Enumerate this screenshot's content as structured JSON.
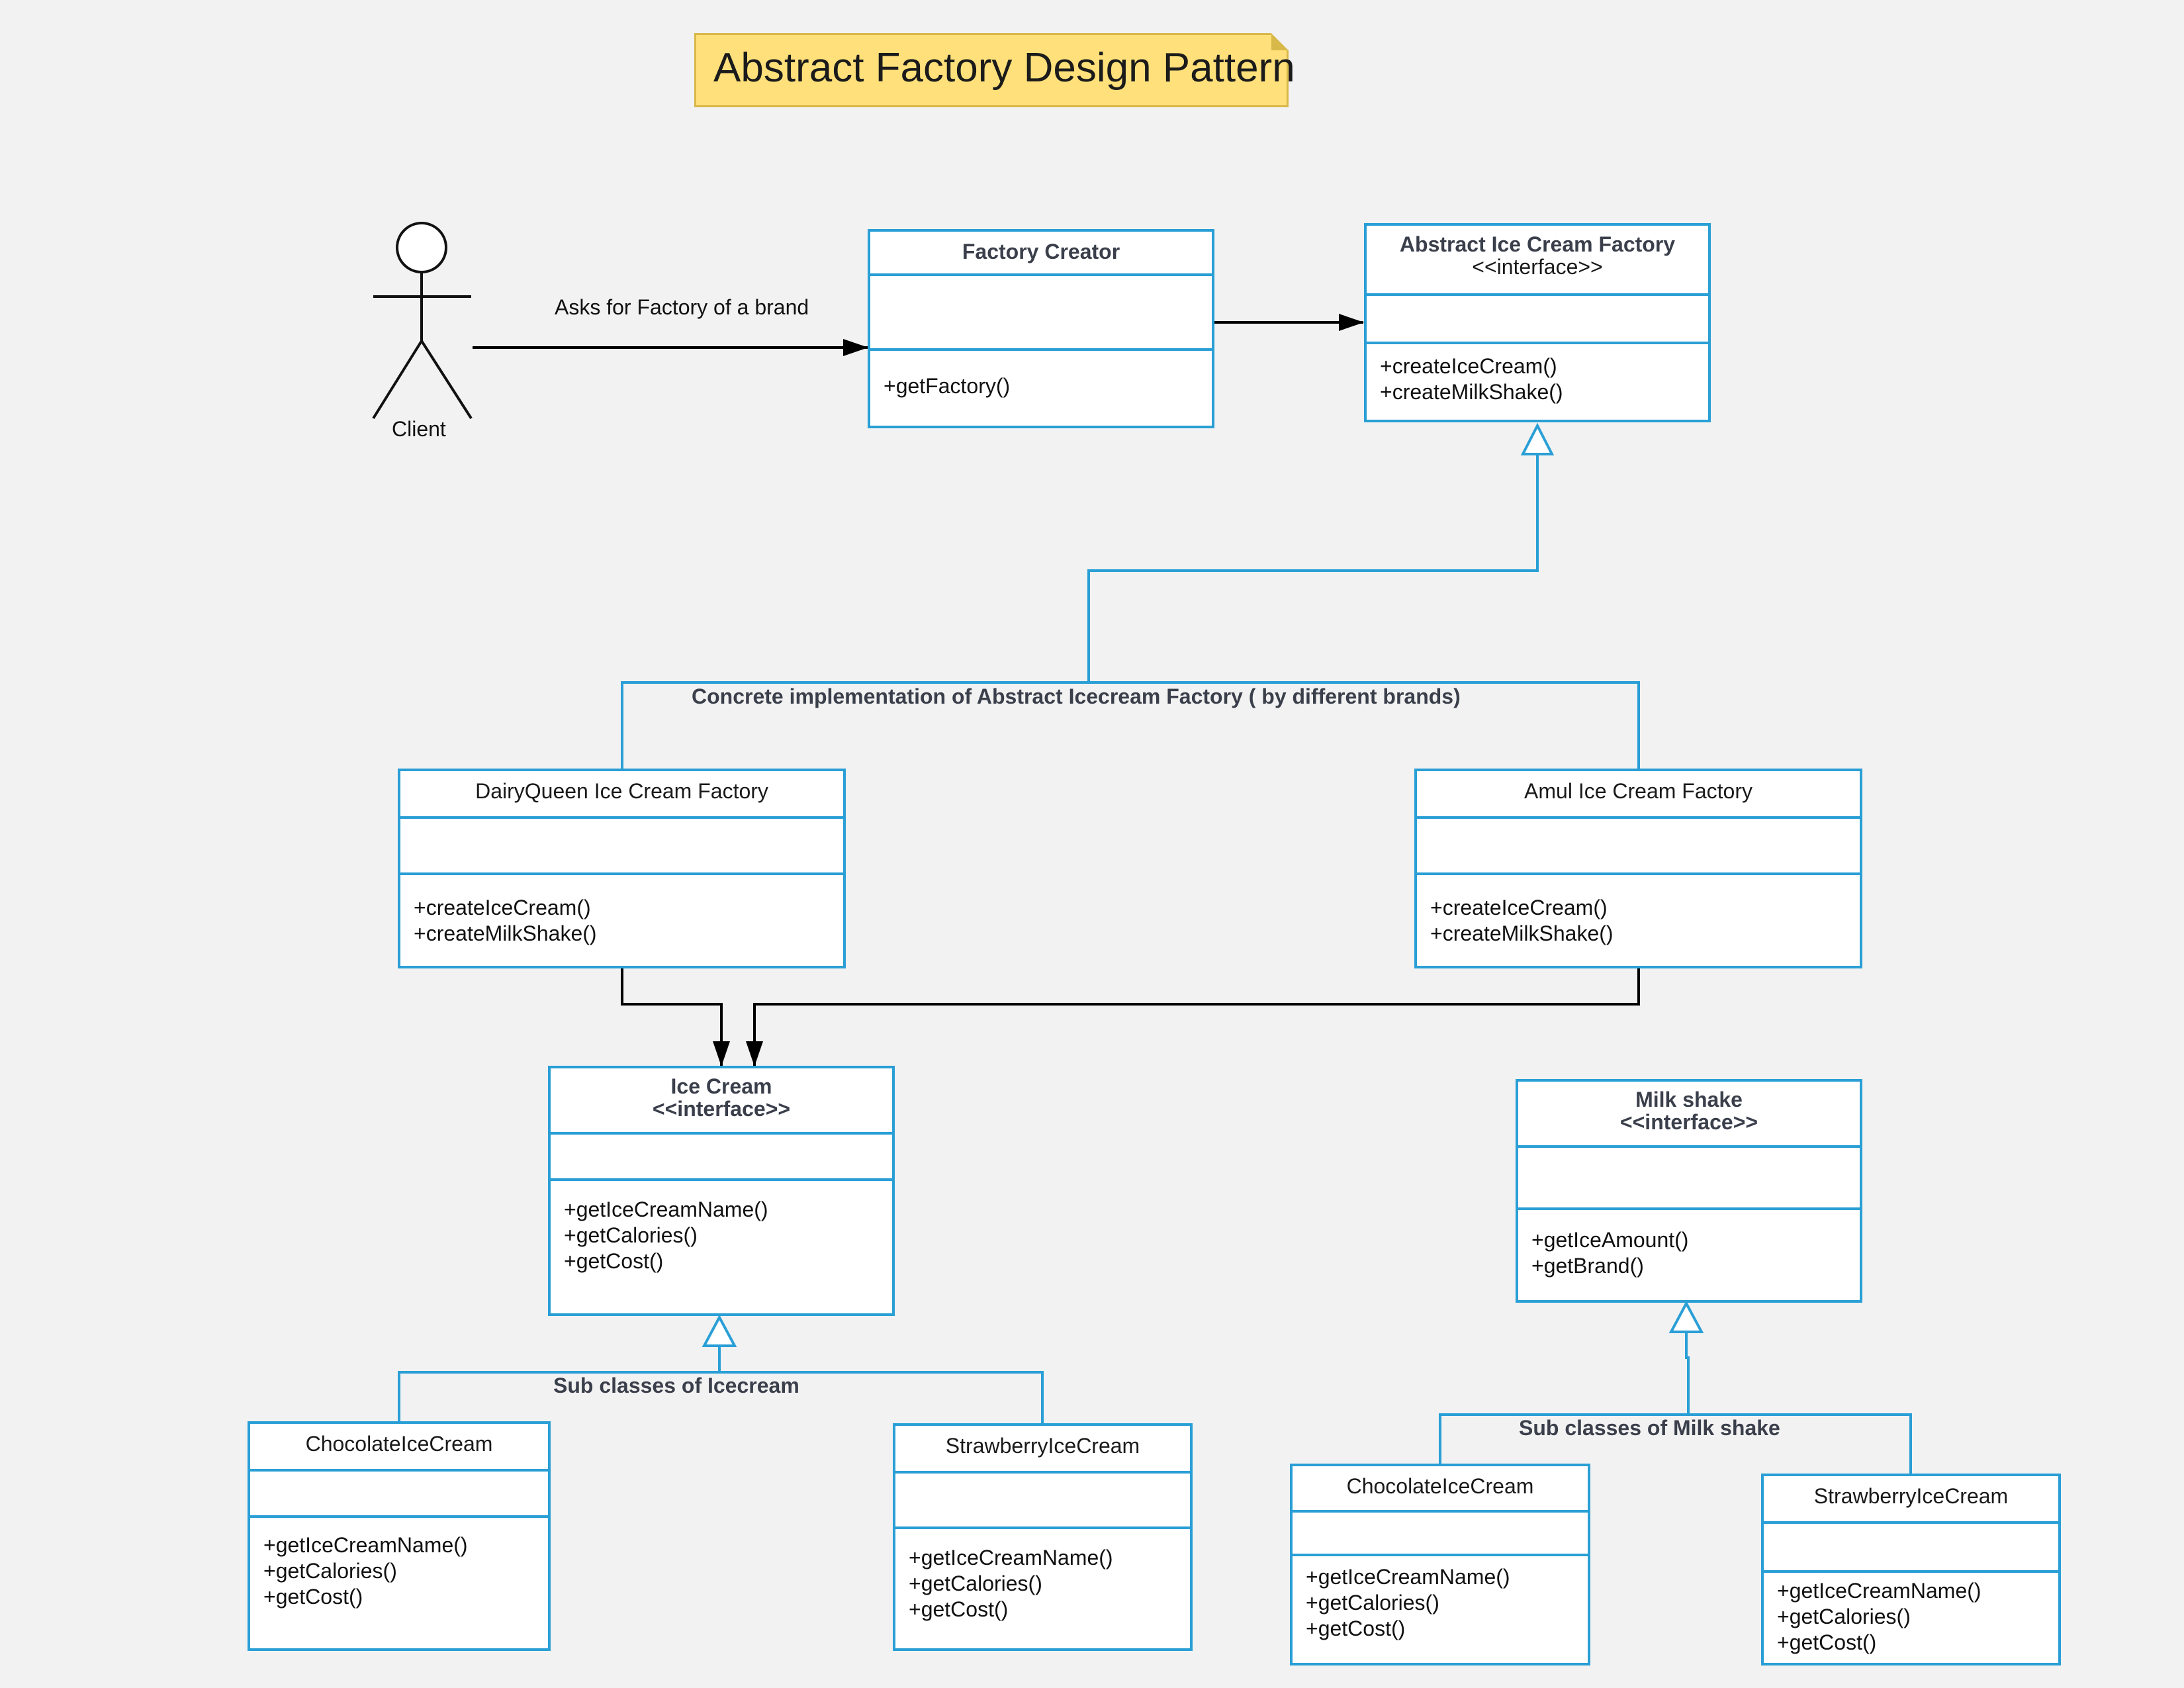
{
  "title": "Abstract Factory Design Pattern",
  "client": {
    "label": "Client"
  },
  "edges": {
    "client_to_creator": "Asks for Factory of a brand",
    "concrete_group": "Concrete implementation of Abstract Icecream Factory ( by different brands)",
    "icecream_subclasses": "Sub classes of Icecream",
    "milkshake_subclasses": "Sub classes of Milk shake"
  },
  "classes": {
    "factory_creator": {
      "name": "Factory Creator",
      "methods": [
        "+getFactory()"
      ]
    },
    "abstract_factory": {
      "name": "Abstract Ice Cream Factory",
      "stereotype": "<<interface>>",
      "methods": [
        "+createIceCream()",
        "+createMilkShake()"
      ]
    },
    "dairyqueen_factory": {
      "name": "DairyQueen Ice Cream Factory",
      "methods": [
        "+createIceCream()",
        "+createMilkShake()"
      ]
    },
    "amul_factory": {
      "name": "Amul Ice Cream Factory",
      "methods": [
        "+createIceCream()",
        "+createMilkShake()"
      ]
    },
    "ice_cream": {
      "name": "Ice Cream",
      "stereotype": "<<interface>>",
      "methods": [
        "+getIceCreamName()",
        "+getCalories()",
        "+getCost()"
      ]
    },
    "milk_shake": {
      "name": "Milk shake",
      "stereotype": "<<interface>>",
      "methods": [
        "+getIceAmount()",
        "+getBrand()"
      ]
    },
    "chocolate_icecream": {
      "name": "ChocolateIceCream",
      "methods": [
        "+getIceCreamName()",
        "+getCalories()",
        "+getCost()"
      ]
    },
    "strawberry_icecream": {
      "name": "StrawberryIceCream",
      "methods": [
        "+getIceCreamName()",
        "+getCalories()",
        "+getCost()"
      ]
    },
    "chocolate_milkshake": {
      "name": "ChocolateIceCream",
      "methods": [
        "+getIceCreamName()",
        "+getCalories()",
        "+getCost()"
      ]
    },
    "strawberry_milkshake": {
      "name": "StrawberryIceCream",
      "methods": [
        "+getIceCreamName()",
        "+getCalories()",
        "+getCost()"
      ]
    }
  },
  "colors": {
    "border": "#2a9fd6",
    "note": "#ffe07a",
    "background": "#f2f2f2",
    "arrow": "#000000"
  }
}
